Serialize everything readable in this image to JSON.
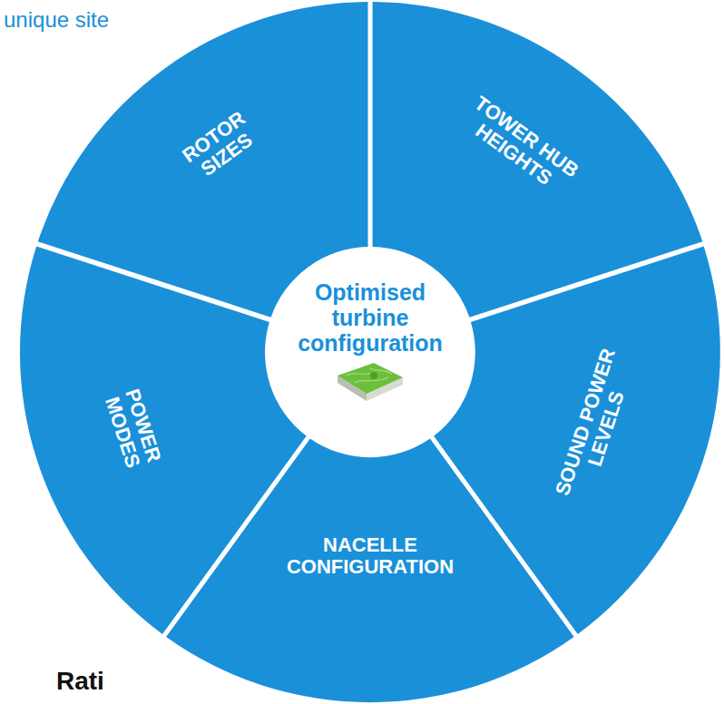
{
  "diagram": {
    "nodes": [
      {
        "text": [
          "Optimised turbine configuration"
        ]
      },
      {
        "text": [
          "ROTOR SIZES"
        ]
      },
      {
        "text": [
          "TOWER HUB HEIGHTS"
        ]
      },
      {
        "text": [
          "SOUND POWER LEVELS"
        ]
      },
      {
        "text": [
          "NACELLE CONFIGURATION"
        ]
      },
      {
        "text": [
          "POWER MODES"
        ]
      }
    ],
    "labels": [
      "unique site",
      "Rati"
    ]
  }
}
